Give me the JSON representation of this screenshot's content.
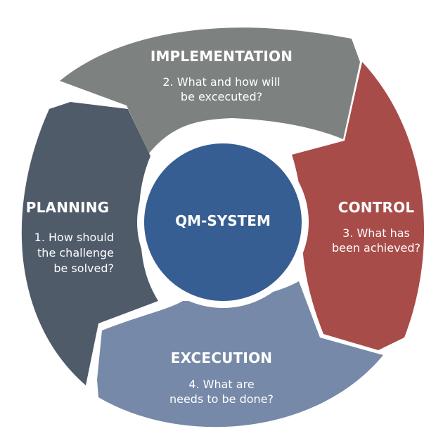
{
  "colors": {
    "planning": "#4f5b69",
    "implementation": "#7d8280",
    "control": "#a84c49",
    "execution": "#7689a8",
    "center": "#375e93"
  },
  "center": {
    "label": "QM-SYSTEM"
  },
  "segments": [
    {
      "key": "implementation",
      "title": "IMPLEMENTATION",
      "lines": [
        "2. What and how will",
        "be excecuted?"
      ]
    },
    {
      "key": "control",
      "title": "CONTROL",
      "lines": [
        "3. What has",
        "been achieved?"
      ]
    },
    {
      "key": "execution",
      "title": "EXCECUTION",
      "lines": [
        "4. What are",
        "needs to be done?"
      ]
    },
    {
      "key": "planning",
      "title": "PLANNING",
      "lines": [
        "1. How should",
        "the challenge",
        "be solved?"
      ]
    }
  ]
}
